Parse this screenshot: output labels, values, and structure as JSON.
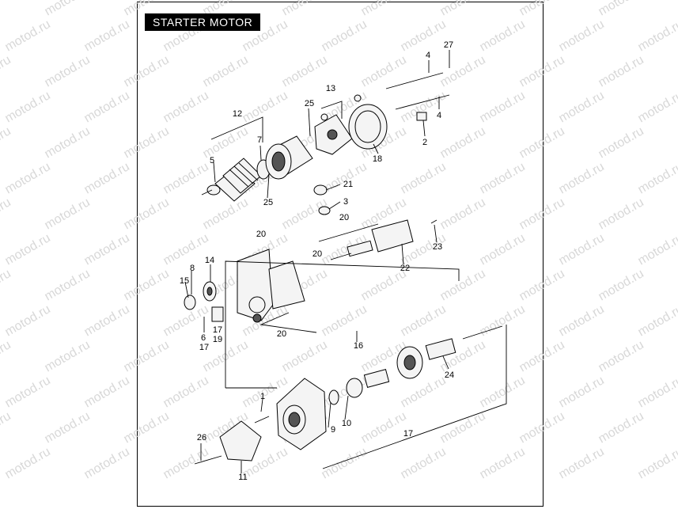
{
  "title": "STARTER MOTOR",
  "watermark": "motod.ru",
  "callouts": [
    {
      "id": "c1",
      "label": "1"
    },
    {
      "id": "c2",
      "label": "2"
    },
    {
      "id": "c3",
      "label": "3"
    },
    {
      "id": "c4a",
      "label": "4"
    },
    {
      "id": "c4b",
      "label": "4"
    },
    {
      "id": "c5",
      "label": "5"
    },
    {
      "id": "c6",
      "label": "6"
    },
    {
      "id": "c7",
      "label": "7"
    },
    {
      "id": "c8",
      "label": "8"
    },
    {
      "id": "c9",
      "label": "9"
    },
    {
      "id": "c10",
      "label": "10"
    },
    {
      "id": "c11",
      "label": "11"
    },
    {
      "id": "c12",
      "label": "12"
    },
    {
      "id": "c13",
      "label": "13"
    },
    {
      "id": "c14",
      "label": "14"
    },
    {
      "id": "c15",
      "label": "15"
    },
    {
      "id": "c16",
      "label": "16"
    },
    {
      "id": "c17a",
      "label": "17"
    },
    {
      "id": "c17b",
      "label": "17"
    },
    {
      "id": "c17c",
      "label": "17"
    },
    {
      "id": "c18",
      "label": "18"
    },
    {
      "id": "c19",
      "label": "19"
    },
    {
      "id": "c20a",
      "label": "20"
    },
    {
      "id": "c20b",
      "label": "20"
    },
    {
      "id": "c20c",
      "label": "20"
    },
    {
      "id": "c20d",
      "label": "20"
    },
    {
      "id": "c21",
      "label": "21"
    },
    {
      "id": "c22",
      "label": "22"
    },
    {
      "id": "c23",
      "label": "23"
    },
    {
      "id": "c24",
      "label": "24"
    },
    {
      "id": "c25a",
      "label": "25"
    },
    {
      "id": "c25b",
      "label": "25"
    },
    {
      "id": "c26",
      "label": "26"
    },
    {
      "id": "c27",
      "label": "27"
    }
  ]
}
